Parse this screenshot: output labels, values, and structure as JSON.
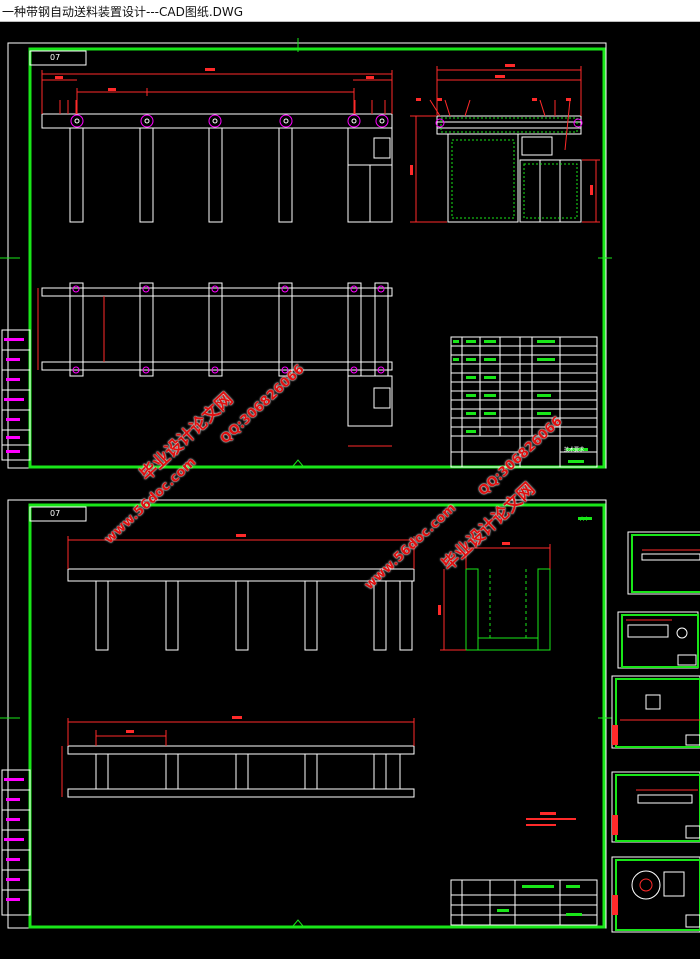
{
  "window": {
    "title": "一种带钢自动送料装置设计---CAD图纸.DWG"
  },
  "sheet_top": {
    "label": "07",
    "notes_title": "技术要求"
  },
  "sheet_bottom": {
    "label": "07",
    "corner": "A4"
  },
  "watermarks": [
    {
      "text": "毕业设计论文网"
    },
    {
      "text": "www.56doc.com"
    },
    {
      "text": "QQ:306826066"
    },
    {
      "text": "毕业设计论文网"
    },
    {
      "text": "www.56doc.com"
    },
    {
      "text": "QQ:306826066"
    }
  ],
  "colors": {
    "frame": "#19e619",
    "lines": "#ffffff",
    "dims": "#ff2a2a",
    "accent": "#ff00ff",
    "background": "#000000"
  }
}
